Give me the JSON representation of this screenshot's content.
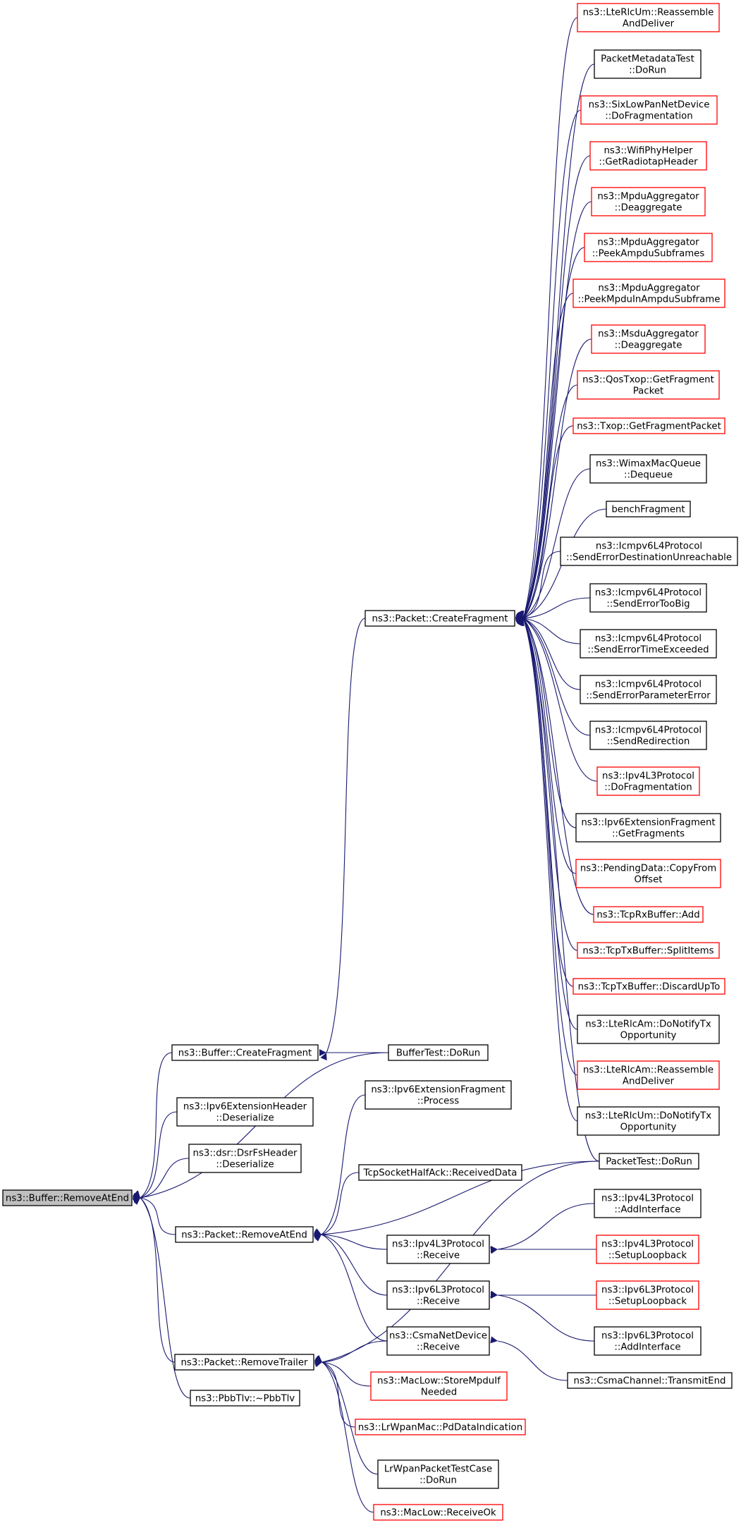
{
  "graph": {
    "colors": {
      "edge": "#191970",
      "border_default": "#000000",
      "border_truncated": "#ff0000",
      "root_fill": "#bfbfbf",
      "node_fill": "#ffffff"
    },
    "nodes": [
      {
        "id": "remove_at_end_root",
        "lines": [
          "ns3::Buffer::RemoveAtEnd"
        ],
        "style": "root"
      },
      {
        "id": "buffer_create_fragment",
        "lines": [
          "ns3::Buffer::CreateFragment"
        ],
        "style": "normal"
      },
      {
        "id": "ipv6_ext_header_deserialize",
        "lines": [
          "ns3::Ipv6ExtensionHeader",
          "::Deserialize"
        ],
        "style": "normal"
      },
      {
        "id": "dsr_fs_header_deserialize",
        "lines": [
          "ns3::dsr::DsrFsHeader",
          "::Deserialize"
        ],
        "style": "normal"
      },
      {
        "id": "packet_remove_at_end",
        "lines": [
          "ns3::Packet::RemoveAtEnd"
        ],
        "style": "normal"
      },
      {
        "id": "packet_remove_trailer",
        "lines": [
          "ns3::Packet::RemoveTrailer"
        ],
        "style": "normal"
      },
      {
        "id": "pbbtlv_dtor",
        "lines": [
          "ns3::PbbTlv::~PbbTlv"
        ],
        "style": "normal"
      },
      {
        "id": "packet_create_fragment",
        "lines": [
          "ns3::Packet::CreateFragment"
        ],
        "style": "normal"
      },
      {
        "id": "buffer_test_dorun",
        "lines": [
          "BufferTest::DoRun"
        ],
        "style": "normal"
      },
      {
        "id": "ipv6_ext_fragment_process",
        "lines": [
          "ns3::Ipv6ExtensionFragment",
          "::Process"
        ],
        "style": "normal"
      },
      {
        "id": "tcp_socket_half_ack",
        "lines": [
          "TcpSocketHalfAck::ReceivedData"
        ],
        "style": "normal"
      },
      {
        "id": "ipv4l3_receive",
        "lines": [
          "ns3::Ipv4L3Protocol",
          "::Receive"
        ],
        "style": "normal"
      },
      {
        "id": "ipv6l3_receive",
        "lines": [
          "ns3::Ipv6L3Protocol",
          "::Receive"
        ],
        "style": "normal"
      },
      {
        "id": "csma_net_device_receive",
        "lines": [
          "ns3::CsmaNetDevice",
          "::Receive"
        ],
        "style": "normal"
      },
      {
        "id": "maclow_store_mpdu",
        "lines": [
          "ns3::MacLow::StoreMpduIf",
          "Needed"
        ],
        "style": "truncated"
      },
      {
        "id": "lrwpan_pd_data_indication",
        "lines": [
          "ns3::LrWpanMac::PdDataIndication"
        ],
        "style": "truncated"
      },
      {
        "id": "lrwpan_packet_test_case",
        "lines": [
          "LrWpanPacketTestCase",
          "::DoRun"
        ],
        "style": "normal"
      },
      {
        "id": "maclow_receive_ok",
        "lines": [
          "ns3::MacLow::ReceiveOk"
        ],
        "style": "truncated"
      },
      {
        "id": "lte_rlc_um_reassemble",
        "lines": [
          "ns3::LteRlcUm::Reassemble",
          "AndDeliver"
        ],
        "style": "truncated"
      },
      {
        "id": "packet_metadata_test",
        "lines": [
          "PacketMetadataTest",
          "::DoRun"
        ],
        "style": "normal"
      },
      {
        "id": "sixlowpan_do_fragmentation",
        "lines": [
          "ns3::SixLowPanNetDevice",
          "::DoFragmentation"
        ],
        "style": "truncated"
      },
      {
        "id": "wifi_phy_helper_radiotap",
        "lines": [
          "ns3::WifiPhyHelper",
          "::GetRadiotapHeader"
        ],
        "style": "truncated"
      },
      {
        "id": "mpdu_aggregator_deaggregate",
        "lines": [
          "ns3::MpduAggregator",
          "::Deaggregate"
        ],
        "style": "truncated"
      },
      {
        "id": "mpdu_aggregator_peek_subframes",
        "lines": [
          "ns3::MpduAggregator",
          "::PeekAmpduSubframes"
        ],
        "style": "truncated"
      },
      {
        "id": "mpdu_aggregator_peek_mpdu",
        "lines": [
          "ns3::MpduAggregator",
          "::PeekMpduInAmpduSubframe"
        ],
        "style": "truncated"
      },
      {
        "id": "msdu_aggregator_deaggregate",
        "lines": [
          "ns3::MsduAggregator",
          "::Deaggregate"
        ],
        "style": "truncated"
      },
      {
        "id": "qos_txop_get_fragment",
        "lines": [
          "ns3::QosTxop::GetFragment",
          "Packet"
        ],
        "style": "truncated"
      },
      {
        "id": "txop_get_fragment",
        "lines": [
          "ns3::Txop::GetFragmentPacket"
        ],
        "style": "truncated"
      },
      {
        "id": "wimax_mac_queue_dequeue",
        "lines": [
          "ns3::WimaxMacQueue",
          "::Dequeue"
        ],
        "style": "normal"
      },
      {
        "id": "bench_fragment",
        "lines": [
          "benchFragment"
        ],
        "style": "normal"
      },
      {
        "id": "icmpv6_dest_unreachable",
        "lines": [
          "ns3::Icmpv6L4Protocol",
          "::SendErrorDestinationUnreachable"
        ],
        "style": "normal"
      },
      {
        "id": "icmpv6_too_big",
        "lines": [
          "ns3::Icmpv6L4Protocol",
          "::SendErrorTooBig"
        ],
        "style": "normal"
      },
      {
        "id": "icmpv6_time_exceeded",
        "lines": [
          "ns3::Icmpv6L4Protocol",
          "::SendErrorTimeExceeded"
        ],
        "style": "normal"
      },
      {
        "id": "icmpv6_parameter_error",
        "lines": [
          "ns3::Icmpv6L4Protocol",
          "::SendErrorParameterError"
        ],
        "style": "normal"
      },
      {
        "id": "icmpv6_redirection",
        "lines": [
          "ns3::Icmpv6L4Protocol",
          "::SendRedirection"
        ],
        "style": "normal"
      },
      {
        "id": "ipv4l3_do_fragmentation",
        "lines": [
          "ns3::Ipv4L3Protocol",
          "::DoFragmentation"
        ],
        "style": "truncated"
      },
      {
        "id": "ipv6_ext_fragment_get_fragments",
        "lines": [
          "ns3::Ipv6ExtensionFragment",
          "::GetFragments"
        ],
        "style": "normal"
      },
      {
        "id": "pending_data_copy_from_offset",
        "lines": [
          "ns3::PendingData::CopyFrom",
          "Offset"
        ],
        "style": "truncated"
      },
      {
        "id": "tcp_rx_buffer_add",
        "lines": [
          "ns3::TcpRxBuffer::Add"
        ],
        "style": "truncated"
      },
      {
        "id": "tcp_tx_buffer_split_items",
        "lines": [
          "ns3::TcpTxBuffer::SplitItems"
        ],
        "style": "truncated"
      },
      {
        "id": "tcp_tx_buffer_discard_up_to",
        "lines": [
          "ns3::TcpTxBuffer::DiscardUpTo"
        ],
        "style": "truncated"
      },
      {
        "id": "lte_rlc_am_notify_tx",
        "lines": [
          "ns3::LteRlcAm::DoNotifyTx",
          "Opportunity"
        ],
        "style": "normal"
      },
      {
        "id": "lte_rlc_am_reassemble",
        "lines": [
          "ns3::LteRlcAm::Reassemble",
          "AndDeliver"
        ],
        "style": "truncated"
      },
      {
        "id": "lte_rlc_um_notify_tx",
        "lines": [
          "ns3::LteRlcUm::DoNotifyTx",
          "Opportunity"
        ],
        "style": "normal"
      },
      {
        "id": "packet_test_dorun",
        "lines": [
          "PacketTest::DoRun"
        ],
        "style": "normal"
      },
      {
        "id": "ipv4l3_add_interface",
        "lines": [
          "ns3::Ipv4L3Protocol",
          "::AddInterface"
        ],
        "style": "normal"
      },
      {
        "id": "ipv4l3_setup_loopback",
        "lines": [
          "ns3::Ipv4L3Protocol",
          "::SetupLoopback"
        ],
        "style": "truncated"
      },
      {
        "id": "ipv6l3_setup_loopback",
        "lines": [
          "ns3::Ipv6L3Protocol",
          "::SetupLoopback"
        ],
        "style": "truncated"
      },
      {
        "id": "ipv6l3_add_interface",
        "lines": [
          "ns3::Ipv6L3Protocol",
          "::AddInterface"
        ],
        "style": "normal"
      },
      {
        "id": "csma_channel_transmit_end",
        "lines": [
          "ns3::CsmaChannel::TransmitEnd"
        ],
        "style": "normal"
      }
    ]
  }
}
